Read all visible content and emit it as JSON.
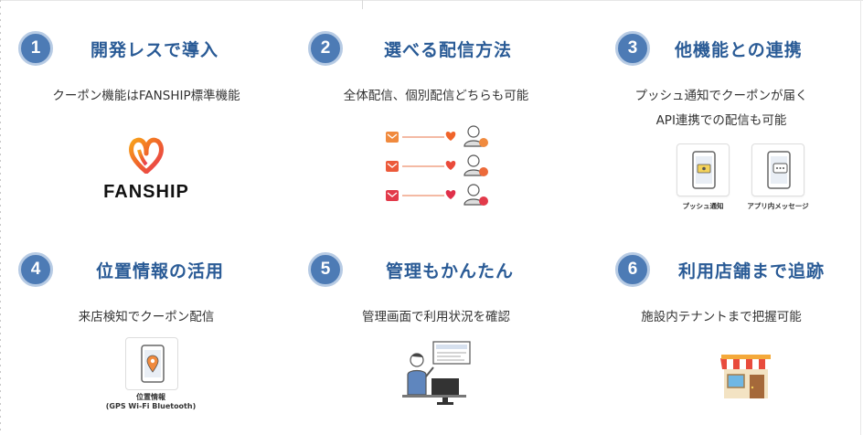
{
  "features": [
    {
      "number": "1",
      "title": "開発レスで導入",
      "desc": [
        "クーポン機能はFANSHIP標準機能"
      ],
      "logo_text": "FANSHIP"
    },
    {
      "number": "2",
      "title": "選べる配信方法",
      "desc": [
        "全体配信、個別配信どちらも可能"
      ]
    },
    {
      "number": "3",
      "title": "他機能との連携",
      "desc": [
        "プッシュ通知でクーポンが届く",
        "API連携での配信も可能"
      ],
      "tiles": [
        "プッシュ通知",
        "アプリ内メッセージ"
      ]
    },
    {
      "number": "4",
      "title": "位置情報の活用",
      "desc": [
        "来店検知でクーポン配信"
      ],
      "tile_label": [
        "位置情報",
        "(GPS Wi-Fi Bluetooth)"
      ]
    },
    {
      "number": "5",
      "title": "管理もかんたん",
      "desc": [
        "管理画面で利用状況を確認"
      ]
    },
    {
      "number": "6",
      "title": "利用店舗まで追跡",
      "desc": [
        "施設内テナントまで把握可能"
      ]
    }
  ],
  "colors": {
    "badge": "#4d7bb5",
    "title": "#2a5b96",
    "accent_red": "#e84b3c",
    "logo_orange": "#f0642a"
  },
  "icons": [
    "fanship-logo-icon",
    "mail-icon",
    "heart-icon",
    "user-icon",
    "push-notification-icon",
    "in-app-message-icon",
    "location-pin-icon",
    "admin-monitor-icon",
    "store-icon"
  ]
}
